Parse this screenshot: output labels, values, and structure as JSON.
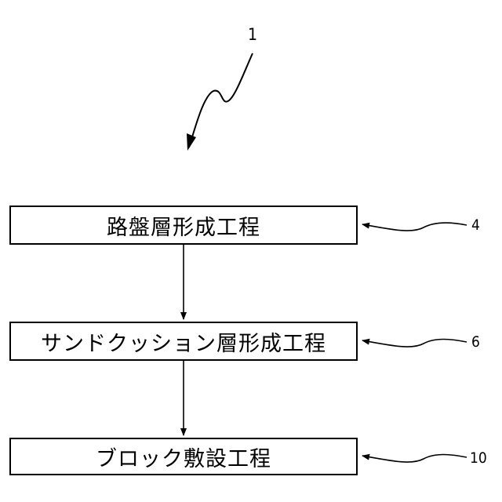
{
  "figure_number": "1",
  "steps": [
    {
      "label": "路盤層形成工程",
      "ref": "4"
    },
    {
      "label": "サンドクッション層形成工程",
      "ref": "6"
    },
    {
      "label": "ブロック敷設工程",
      "ref": "10"
    }
  ]
}
